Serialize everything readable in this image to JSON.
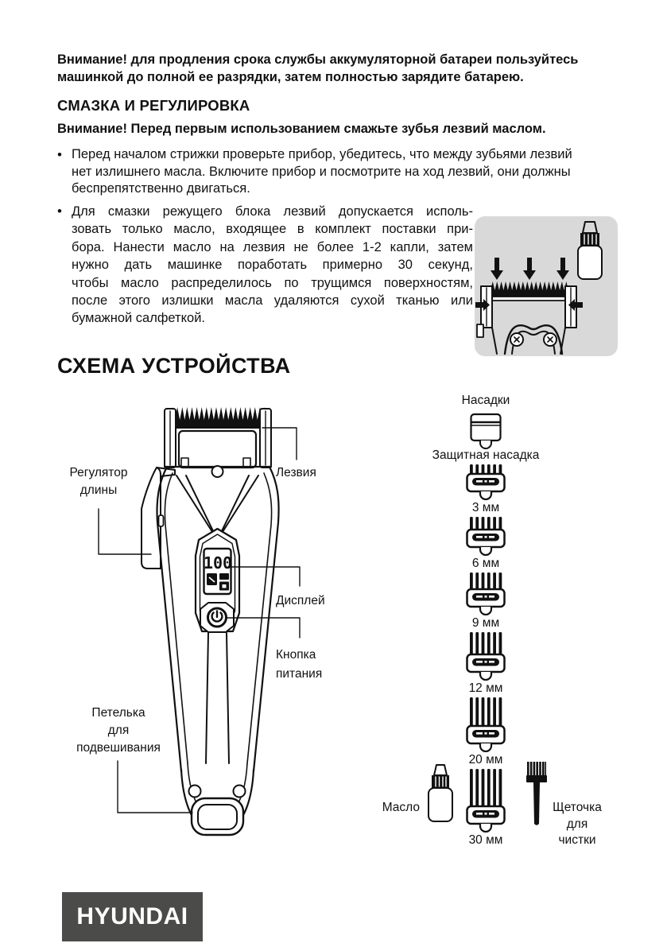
{
  "page": {
    "intro_lines": [
      "Внимание! для продления срока службы аккумуляторной батареи пользуйтесь",
      "машинкой до полной ее разрядки, затем полностью зарядите батарею."
    ],
    "section1": {
      "title": "СМАЗКА И РЕГУЛИРОВКА",
      "note": "Внимание! Перед первым использованием смажьте зубья лезвий маслом.",
      "bullets": [
        {
          "lines": [
            "Перед началом стрижки проверьте прибор, убедитесь, что между зубьями лезвий",
            "нет излишнего масла. Включите прибор и посмотрите на ход лезвий, они должны",
            "беспрепятственно двигаться."
          ]
        },
        {
          "lines": [
            "Для смазки режущего блока лезвий допускается исполь-",
            "зовать только масло, входящее в комплект поставки при-",
            "бора. Нанести масло на лезвия не более 1-2 капли, затем",
            "нужно дать машинке поработать примерно 30 секунд,",
            "чтобы масло распределилось по трущимся поверхностям,",
            "после этого излишки масла удаляются сухой тканью или",
            "бумажной салфеткой."
          ]
        }
      ]
    },
    "section2": {
      "title": "СХЕМА УСТРОЙСТВА"
    }
  },
  "diagram": {
    "display_value": "100",
    "labels": {
      "length_regulator_lines": [
        "Регулятор",
        "длины"
      ],
      "blades": "Лезвия",
      "display": "Дисплей",
      "power_button_lines": [
        "Кнопка",
        "питания"
      ],
      "hanging_loop_lines": [
        "Петелька",
        "для",
        "подвешивания"
      ]
    }
  },
  "attachments": {
    "title": "Насадки",
    "guard_label": "Защитная насадка",
    "sizes": [
      "3 мм",
      "6 мм",
      "9 мм",
      "12 мм",
      "20 мм",
      "30 мм"
    ],
    "oil_label": "Масло",
    "brush_label_lines": [
      "Щеточка",
      "для",
      "чистки"
    ]
  },
  "footer": {
    "brand": "HYUNDAI"
  },
  "colors": {
    "text": "#111111",
    "illustration_box": "#d9d9d9",
    "logo_bg": "#4b4b4a",
    "logo_text": "#ffffff"
  }
}
